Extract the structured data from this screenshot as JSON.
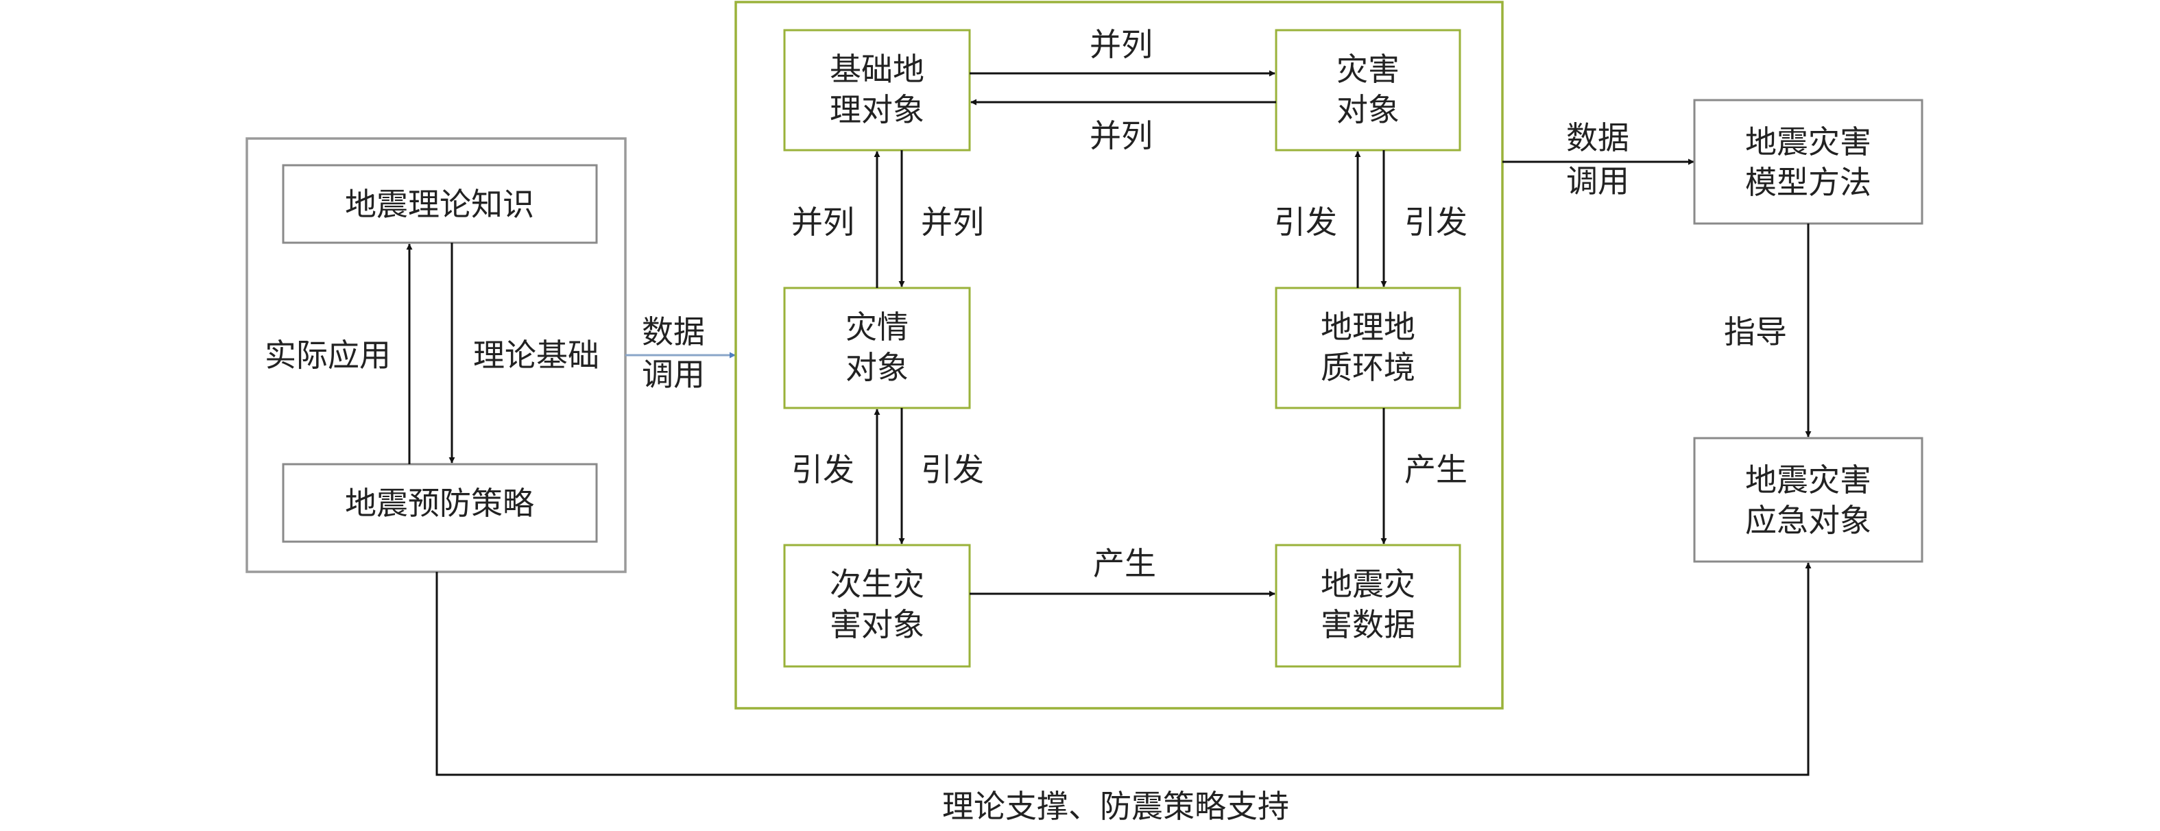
{
  "nodes": {
    "theory_knowledge": "地震理论知识",
    "prevention_strategy": "地震预防策略",
    "basic_geo_object": [
      "基础地",
      "理对象"
    ],
    "disaster_object": [
      "灾害",
      "对象"
    ],
    "disaster_situation_object": [
      "灾情",
      "对象"
    ],
    "geo_environment": [
      "地理地",
      "质环境"
    ],
    "secondary_disaster_object": [
      "次生灾",
      "害对象"
    ],
    "quake_disaster_data": [
      "地震灾",
      "害数据"
    ],
    "disaster_model_method": [
      "地震灾害",
      "模型方法"
    ],
    "emergency_object": [
      "地震灾害",
      "应急对象"
    ]
  },
  "edges": {
    "practical_application": "实际应用",
    "theoretical_basis": "理论基础",
    "data_call_left": [
      "数据",
      "调用"
    ],
    "data_call_right": [
      "数据",
      "调用"
    ],
    "parallel_top_1": "并列",
    "parallel_top_2": "并列",
    "parallel_left_up": "并列",
    "parallel_left_down": "并列",
    "trigger_right_up": "引发",
    "trigger_right_down": "引发",
    "trigger_left_up": "引发",
    "trigger_left_down": "引发",
    "produce_right": "产生",
    "produce_bottom": "产生",
    "guide": "指导",
    "bottom_support": "理论支撑、防震策略支持"
  },
  "colors": {
    "box_border": "#8a8a8a",
    "group_green": "#9ab23a",
    "arrow": "#111111",
    "data_arrow_blue": "#4f7fc0"
  }
}
